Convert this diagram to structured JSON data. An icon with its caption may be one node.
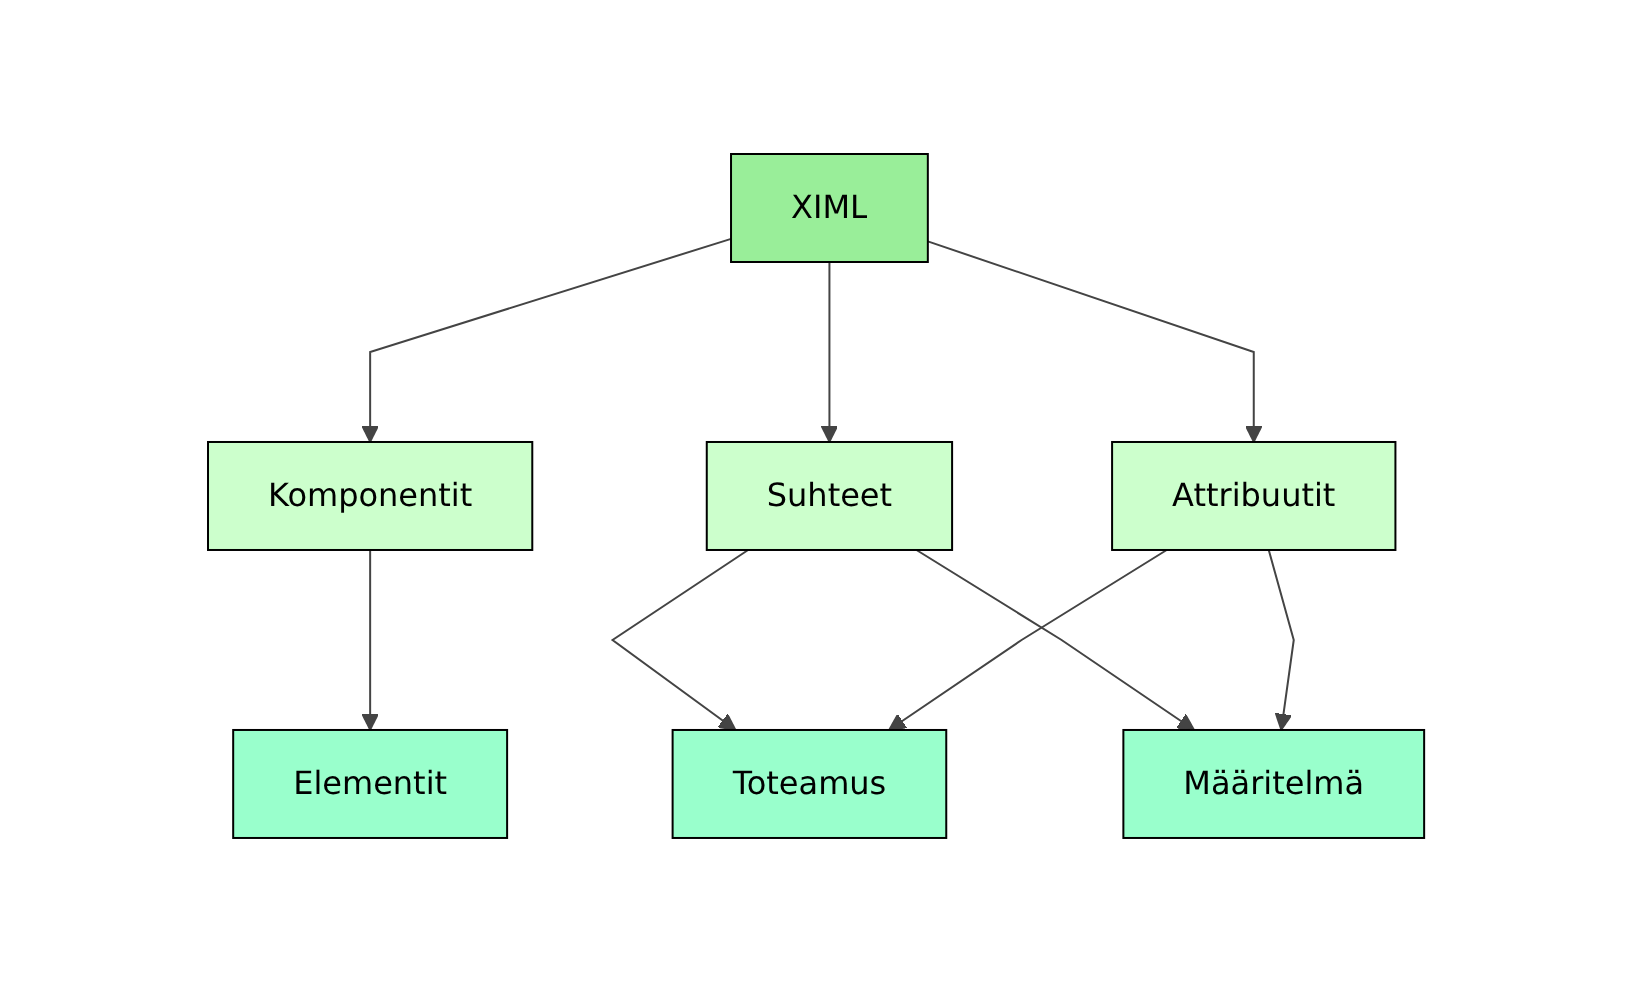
{
  "diagram": {
    "nodes": [
      {
        "text": [
          "XIML"
        ]
      },
      {
        "text": [
          "Komponentit"
        ]
      },
      {
        "text": [
          "Suhteet"
        ]
      },
      {
        "text": [
          "Attribuutit"
        ]
      },
      {
        "text": [
          "Elementit"
        ]
      },
      {
        "text": [
          "Toteamus"
        ]
      },
      {
        "text": [
          "Määritelmä"
        ]
      }
    ],
    "edges": [
      {
        "from": 0,
        "to": 1,
        "arrow": "to"
      },
      {
        "from": 0,
        "to": 2,
        "arrow": "to"
      },
      {
        "from": 0,
        "to": 3,
        "arrow": "to"
      },
      {
        "from": 1,
        "to": 4,
        "arrow": "to"
      },
      {
        "from": 2,
        "to": 5,
        "arrow": "to"
      },
      {
        "from": 2,
        "to": 6,
        "arrow": "to"
      },
      {
        "from": 3,
        "to": 5,
        "arrow": "to"
      },
      {
        "from": 3,
        "to": 6,
        "arrow": "to"
      }
    ]
  }
}
